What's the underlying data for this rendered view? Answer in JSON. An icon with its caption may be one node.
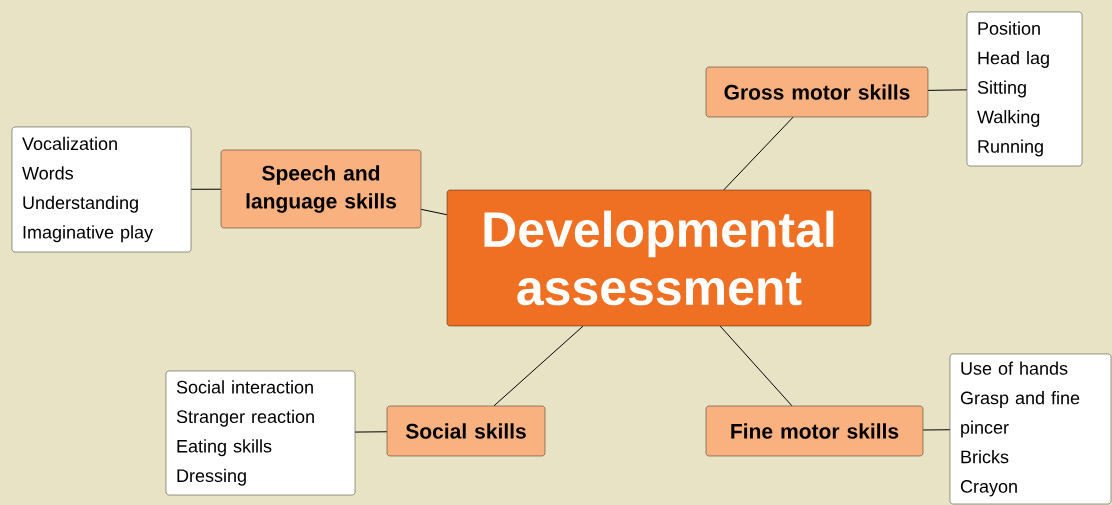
{
  "diagram": {
    "nodes": [
      {
        "text": [
          "Developmental assessment"
        ]
      },
      {
        "text": [
          "Gross motor skills"
        ]
      },
      {
        "text": [
          "Position",
          "Head lag",
          "Sitting",
          "Walking",
          "Running"
        ]
      },
      {
        "text": [
          "Speech and language skills"
        ]
      },
      {
        "text": [
          "Vocalization",
          "Words",
          "Understanding",
          "Imaginative play"
        ]
      },
      {
        "text": [
          "Social skills"
        ]
      },
      {
        "text": [
          "Social interaction",
          "Stranger reaction",
          "Eating skills",
          "Dressing"
        ]
      },
      {
        "text": [
          "Fine motor skills"
        ]
      },
      {
        "text": [
          "Use of hands",
          "Grasp and fine pincer",
          "Bricks",
          "Crayon"
        ]
      }
    ],
    "edges": [
      {
        "from": 0,
        "to": 1,
        "arrow": "none"
      },
      {
        "from": 1,
        "to": 2,
        "arrow": "none"
      },
      {
        "from": 0,
        "to": 3,
        "arrow": "none"
      },
      {
        "from": 3,
        "to": 4,
        "arrow": "none"
      },
      {
        "from": 0,
        "to": 5,
        "arrow": "none"
      },
      {
        "from": 5,
        "to": 6,
        "arrow": "none"
      },
      {
        "from": 0,
        "to": 7,
        "arrow": "none"
      },
      {
        "from": 7,
        "to": 8,
        "arrow": "none"
      }
    ]
  }
}
